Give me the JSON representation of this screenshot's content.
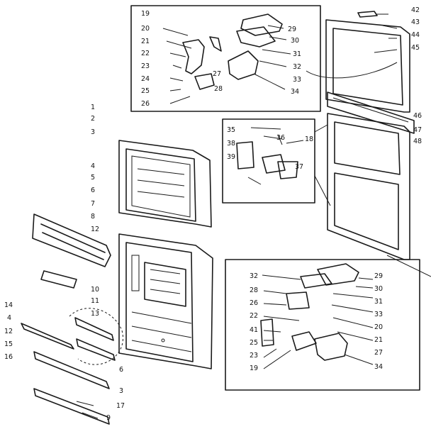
{
  "labels_top_box": [
    "19",
    "20",
    "21",
    "22",
    "23",
    "24",
    "25",
    "26",
    "27",
    "28",
    "29",
    "30",
    "31",
    "32",
    "33",
    "34"
  ],
  "labels_right_top": [
    "42",
    "43",
    "44",
    "45",
    "46",
    "47",
    "48"
  ],
  "labels_mid_box": [
    "35",
    "36",
    "18",
    "38",
    "39",
    "37"
  ],
  "labels_left": [
    "1",
    "2",
    "3",
    "4",
    "5",
    "6",
    "7",
    "8",
    "12",
    "10",
    "11",
    "13",
    "14",
    "4",
    "12",
    "15",
    "16",
    "6",
    "3",
    "17",
    "9"
  ],
  "labels_bottom_box": [
    "32",
    "29",
    "28",
    "30",
    "26",
    "31",
    "33",
    "22",
    "20",
    "41",
    "21",
    "25",
    "27",
    "23",
    "19",
    "34"
  ]
}
